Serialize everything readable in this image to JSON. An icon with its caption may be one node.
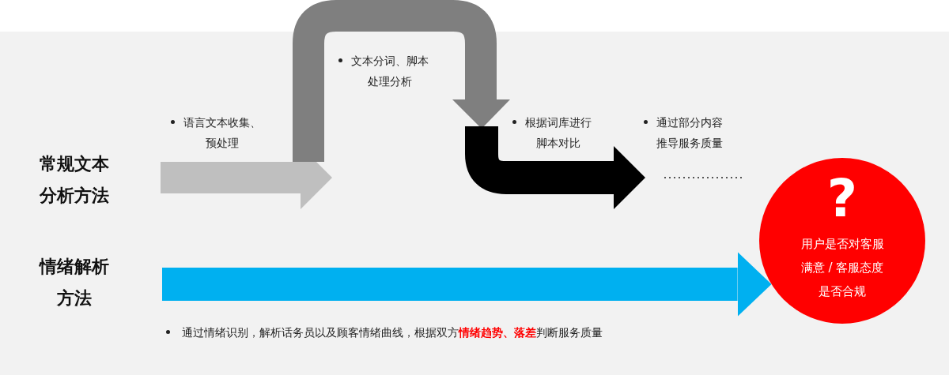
{
  "diagram": {
    "nodes": [
      {
        "text": [
          "常规文本分析方法"
        ]
      },
      {
        "text": [
          "情绪解析方法"
        ]
      },
      {
        "text": [
          "?",
          "用户是否对客服满意 / 客服态度是否合规"
        ]
      }
    ],
    "edges": [
      {
        "from": null,
        "to": 2,
        "arrow": "to"
      }
    ],
    "labels": [
      "文本分词、脚本处理分析",
      "语言文本收集、预处理",
      "根据词库进行脚本对比",
      "通过部分内容推导服务质量",
      "通过情绪识别，解析话务员以及顾客情绪曲线，根据双方**情绪趋势、落差**判断服务质量"
    ]
  }
}
